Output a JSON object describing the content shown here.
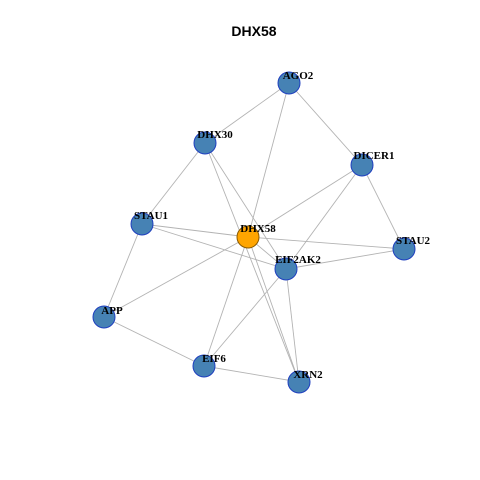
{
  "title": "DHX58",
  "colors": {
    "node_fill": "#4682b4",
    "node_stroke": "#1f3fbf",
    "focus_fill": "#ffa500",
    "focus_stroke": "#8a5a00",
    "edge": "#b3b3b3"
  },
  "focus_node": "DHX58",
  "nodes": [
    "AGO2",
    "DHX30",
    "DICER1",
    "STAU1",
    "DHX58",
    "STAU2",
    "EIF2AK2",
    "APP",
    "EIF6",
    "XRN2"
  ],
  "edges": [
    [
      "AGO2",
      "DHX30"
    ],
    [
      "AGO2",
      "DICER1"
    ],
    [
      "AGO2",
      "DHX58"
    ],
    [
      "DHX30",
      "STAU1"
    ],
    [
      "DHX30",
      "EIF2AK2"
    ],
    [
      "DHX30",
      "XRN2"
    ],
    [
      "DICER1",
      "STAU2"
    ],
    [
      "DICER1",
      "DHX58"
    ],
    [
      "DICER1",
      "EIF2AK2"
    ],
    [
      "STAU1",
      "DHX58"
    ],
    [
      "STAU1",
      "EIF2AK2"
    ],
    [
      "STAU1",
      "APP"
    ],
    [
      "DHX58",
      "STAU2"
    ],
    [
      "DHX58",
      "EIF2AK2"
    ],
    [
      "DHX58",
      "APP"
    ],
    [
      "DHX58",
      "EIF6"
    ],
    [
      "DHX58",
      "XRN2"
    ],
    [
      "EIF2AK2",
      "STAU2"
    ],
    [
      "EIF2AK2",
      "EIF6"
    ],
    [
      "EIF2AK2",
      "XRN2"
    ],
    [
      "APP",
      "EIF6"
    ],
    [
      "EIF6",
      "XRN2"
    ]
  ]
}
